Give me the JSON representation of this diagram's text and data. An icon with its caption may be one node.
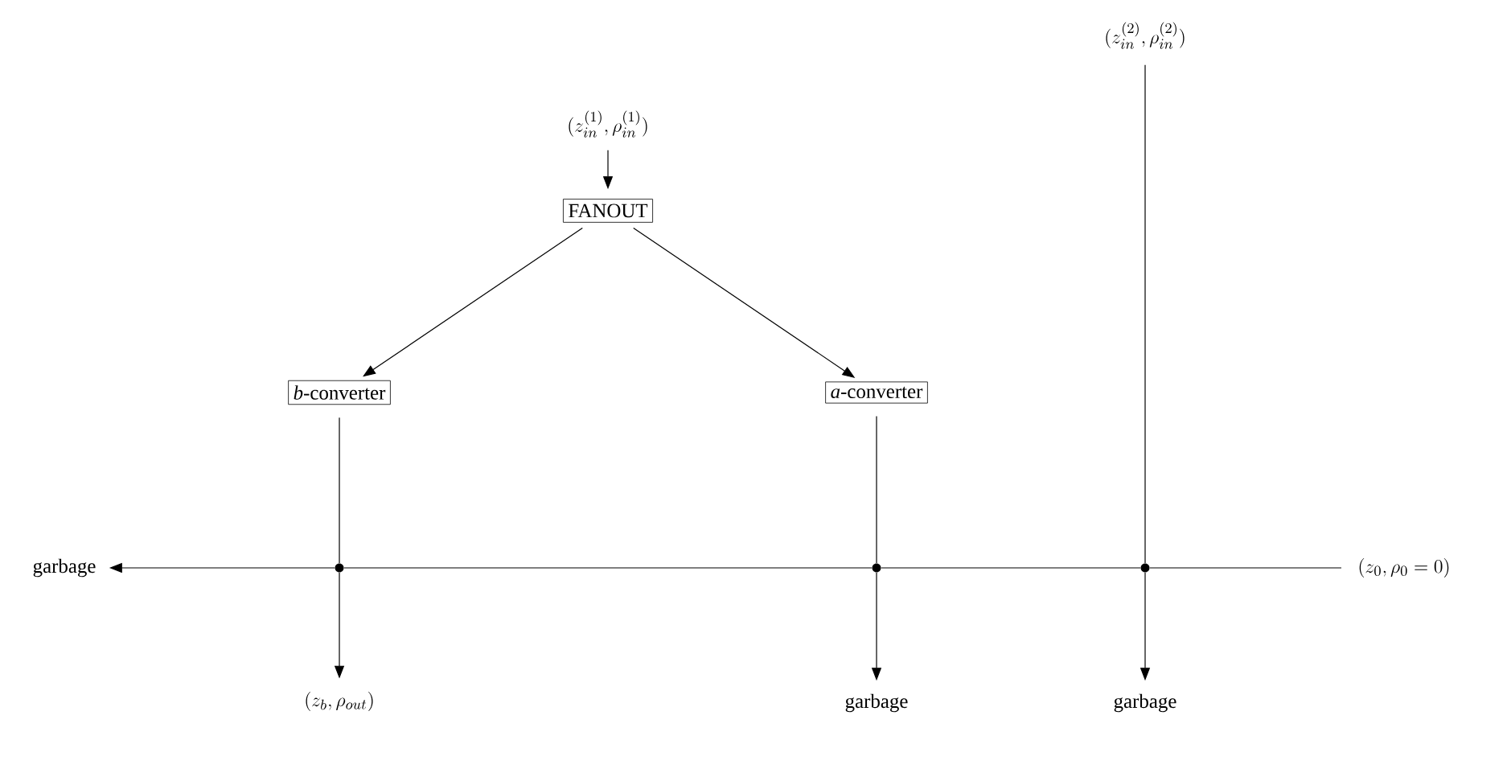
{
  "diagram": {
    "nodes": [
      {
        "text": [
          "(z_{in}^{(1)}, \\rho_{in}^{(1)})"
        ]
      },
      {
        "text": [
          "FANOUT"
        ]
      },
      {
        "text": [
          "*b*-converter"
        ]
      },
      {
        "text": [
          "*a*-converter"
        ]
      },
      {
        "text": [
          "(z_{in}^{(2)}, \\rho_{in}^{(2)})"
        ]
      },
      {
        "text": [],
        "shape": "circle"
      },
      {
        "text": [],
        "shape": "circle"
      },
      {
        "text": [],
        "shape": "circle"
      },
      {
        "text": [
          "garbage"
        ]
      },
      {
        "text": [
          "(z_0, \\rho_0 = 0)"
        ]
      },
      {
        "text": [
          "(z_b, \\rho_{out})"
        ]
      },
      {
        "text": [
          "garbage"
        ]
      },
      {
        "text": [
          "garbage"
        ]
      }
    ],
    "edges": [
      {
        "from": 0,
        "to": 1,
        "arrow": "to"
      },
      {
        "from": 1,
        "to": 2,
        "arrow": "to"
      },
      {
        "from": 1,
        "to": 3,
        "arrow": "to"
      },
      {
        "from": 2,
        "to": 5,
        "arrow": "none"
      },
      {
        "from": 5,
        "to": 10,
        "arrow": "to"
      },
      {
        "from": 3,
        "to": 6,
        "arrow": "none"
      },
      {
        "from": 6,
        "to": 11,
        "arrow": "to"
      },
      {
        "from": 4,
        "to": 7,
        "arrow": "none"
      },
      {
        "from": 7,
        "to": 12,
        "arrow": "to"
      },
      {
        "from": 9,
        "to": 7,
        "arrow": "none"
      },
      {
        "from": 7,
        "to": 6,
        "arrow": "none"
      },
      {
        "from": 6,
        "to": 5,
        "arrow": "none"
      },
      {
        "from": 5,
        "to": 8,
        "arrow": "to"
      }
    ]
  }
}
